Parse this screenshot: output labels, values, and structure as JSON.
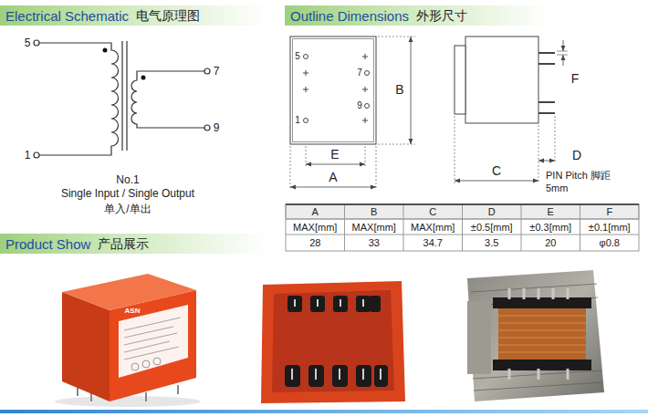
{
  "diagram": {
    "nodes": [
      {
        "text": [
          "Electrical Schematic",
          "电气原理图"
        ]
      },
      {
        "text": [
          "Outline Dimensions",
          "外形尺寸"
        ]
      },
      {
        "text": [
          "Product Show",
          "产品展示"
        ]
      }
    ],
    "labels": [
      "5",
      "1",
      "7",
      "9",
      "No.1",
      "Single Input / Single Output",
      "单入/单出",
      "5",
      "7",
      "9",
      "1",
      "B",
      "E",
      "A",
      "F",
      "D",
      "C",
      "PIN Pitch 脚距",
      "5mm",
      "A",
      "B",
      "C",
      "D",
      "E",
      "F",
      "MAX[mm]",
      "MAX[mm]",
      "MAX[mm]",
      "±0.5[mm]",
      "±0.3[mm]",
      "±0.1[mm]",
      "28",
      "33",
      "34.7",
      "3.5",
      "20",
      "φ0.8",
      "ASN"
    ]
  }
}
